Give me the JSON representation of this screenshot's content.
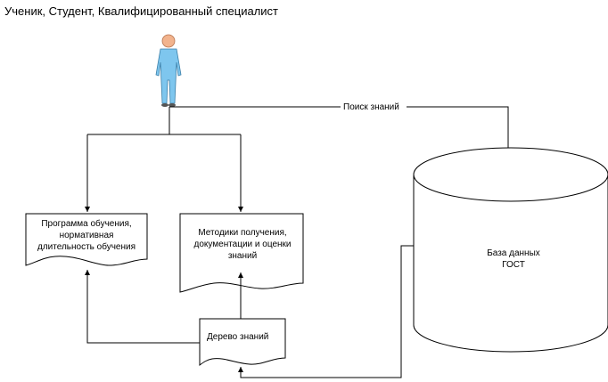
{
  "title": "Ученик, Студент, Квалифицированный специалист",
  "connector_label": "Поиск знаний",
  "nodes": {
    "program": [
      "Программа обучения,",
      "нормативная",
      "длительность обучения"
    ],
    "methods": [
      "Методики получения,",
      "документации и оценки",
      "знаний"
    ],
    "tree": [
      "Дерево знаний"
    ],
    "database": [
      "База данных",
      "ГОСТ"
    ]
  },
  "icons": {
    "actor": "person-icon"
  }
}
